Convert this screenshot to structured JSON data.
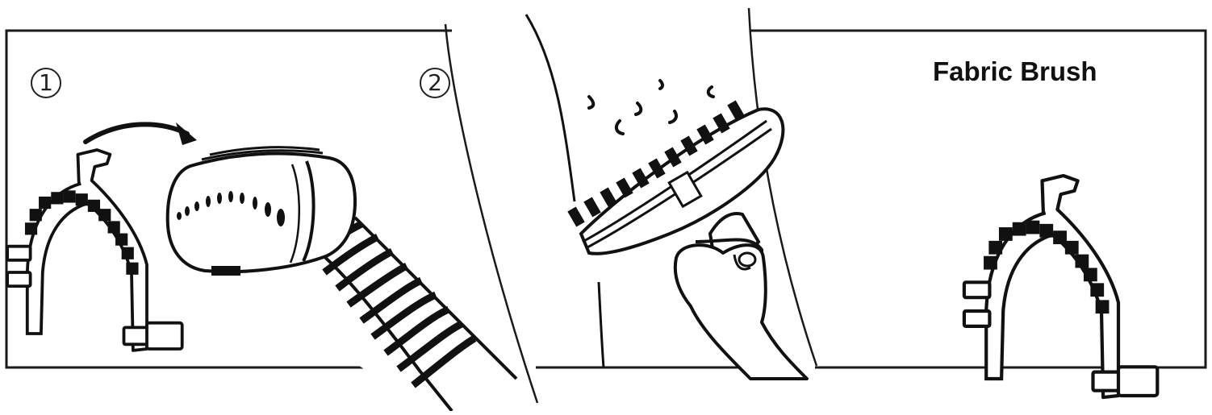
{
  "steps": {
    "step1": "1",
    "step2": "2"
  },
  "title": "Fabric Brush",
  "icons": [
    "fabric-brush-attachment",
    "steamer-head",
    "curved-arrow",
    "hand-holding-steamer",
    "garment"
  ],
  "colors": {
    "ink": "#111111",
    "background": "#ffffff"
  }
}
